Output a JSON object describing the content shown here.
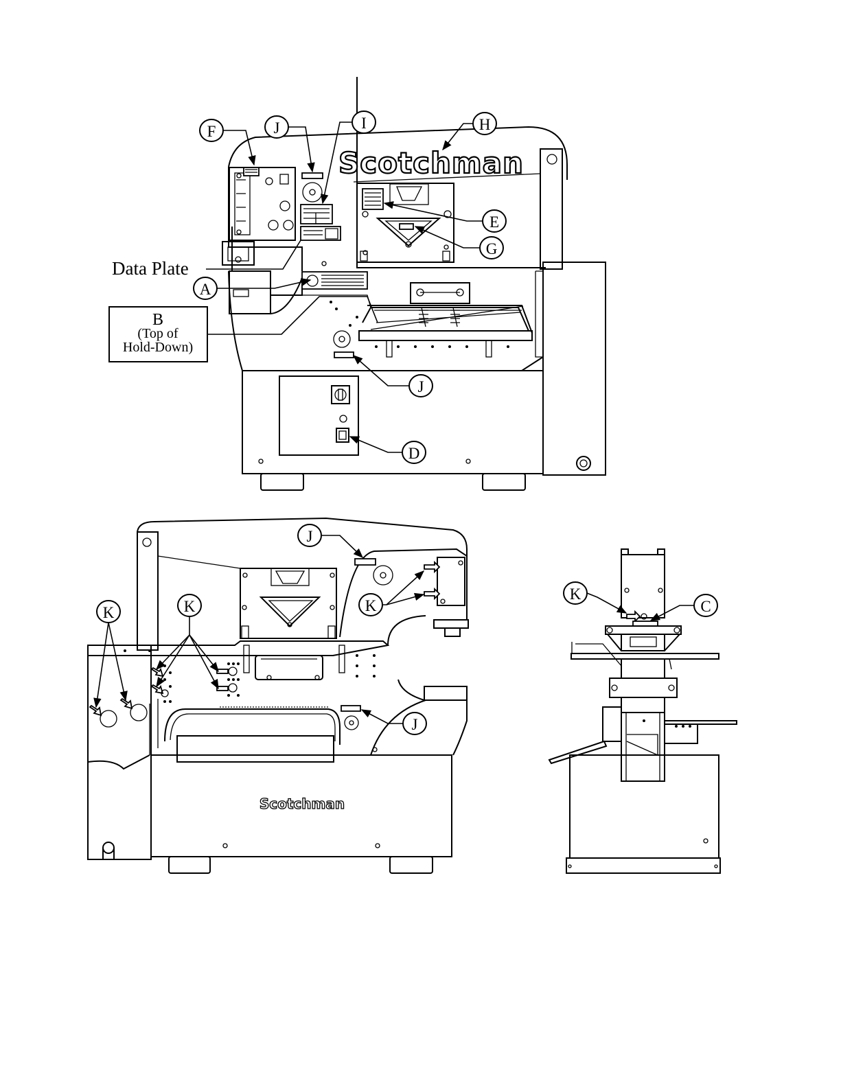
{
  "brand": "Scotchman",
  "labels": {
    "data_plate": "Data Plate",
    "b_box_letter": "B",
    "b_box_line1": "(Top of",
    "b_box_line2": "Hold-Down)"
  },
  "callouts": {
    "A": "A",
    "C": "C",
    "D": "D",
    "E": "E",
    "F": "F",
    "G": "G",
    "H": "H",
    "I": "I",
    "J": "J",
    "K": "K"
  }
}
